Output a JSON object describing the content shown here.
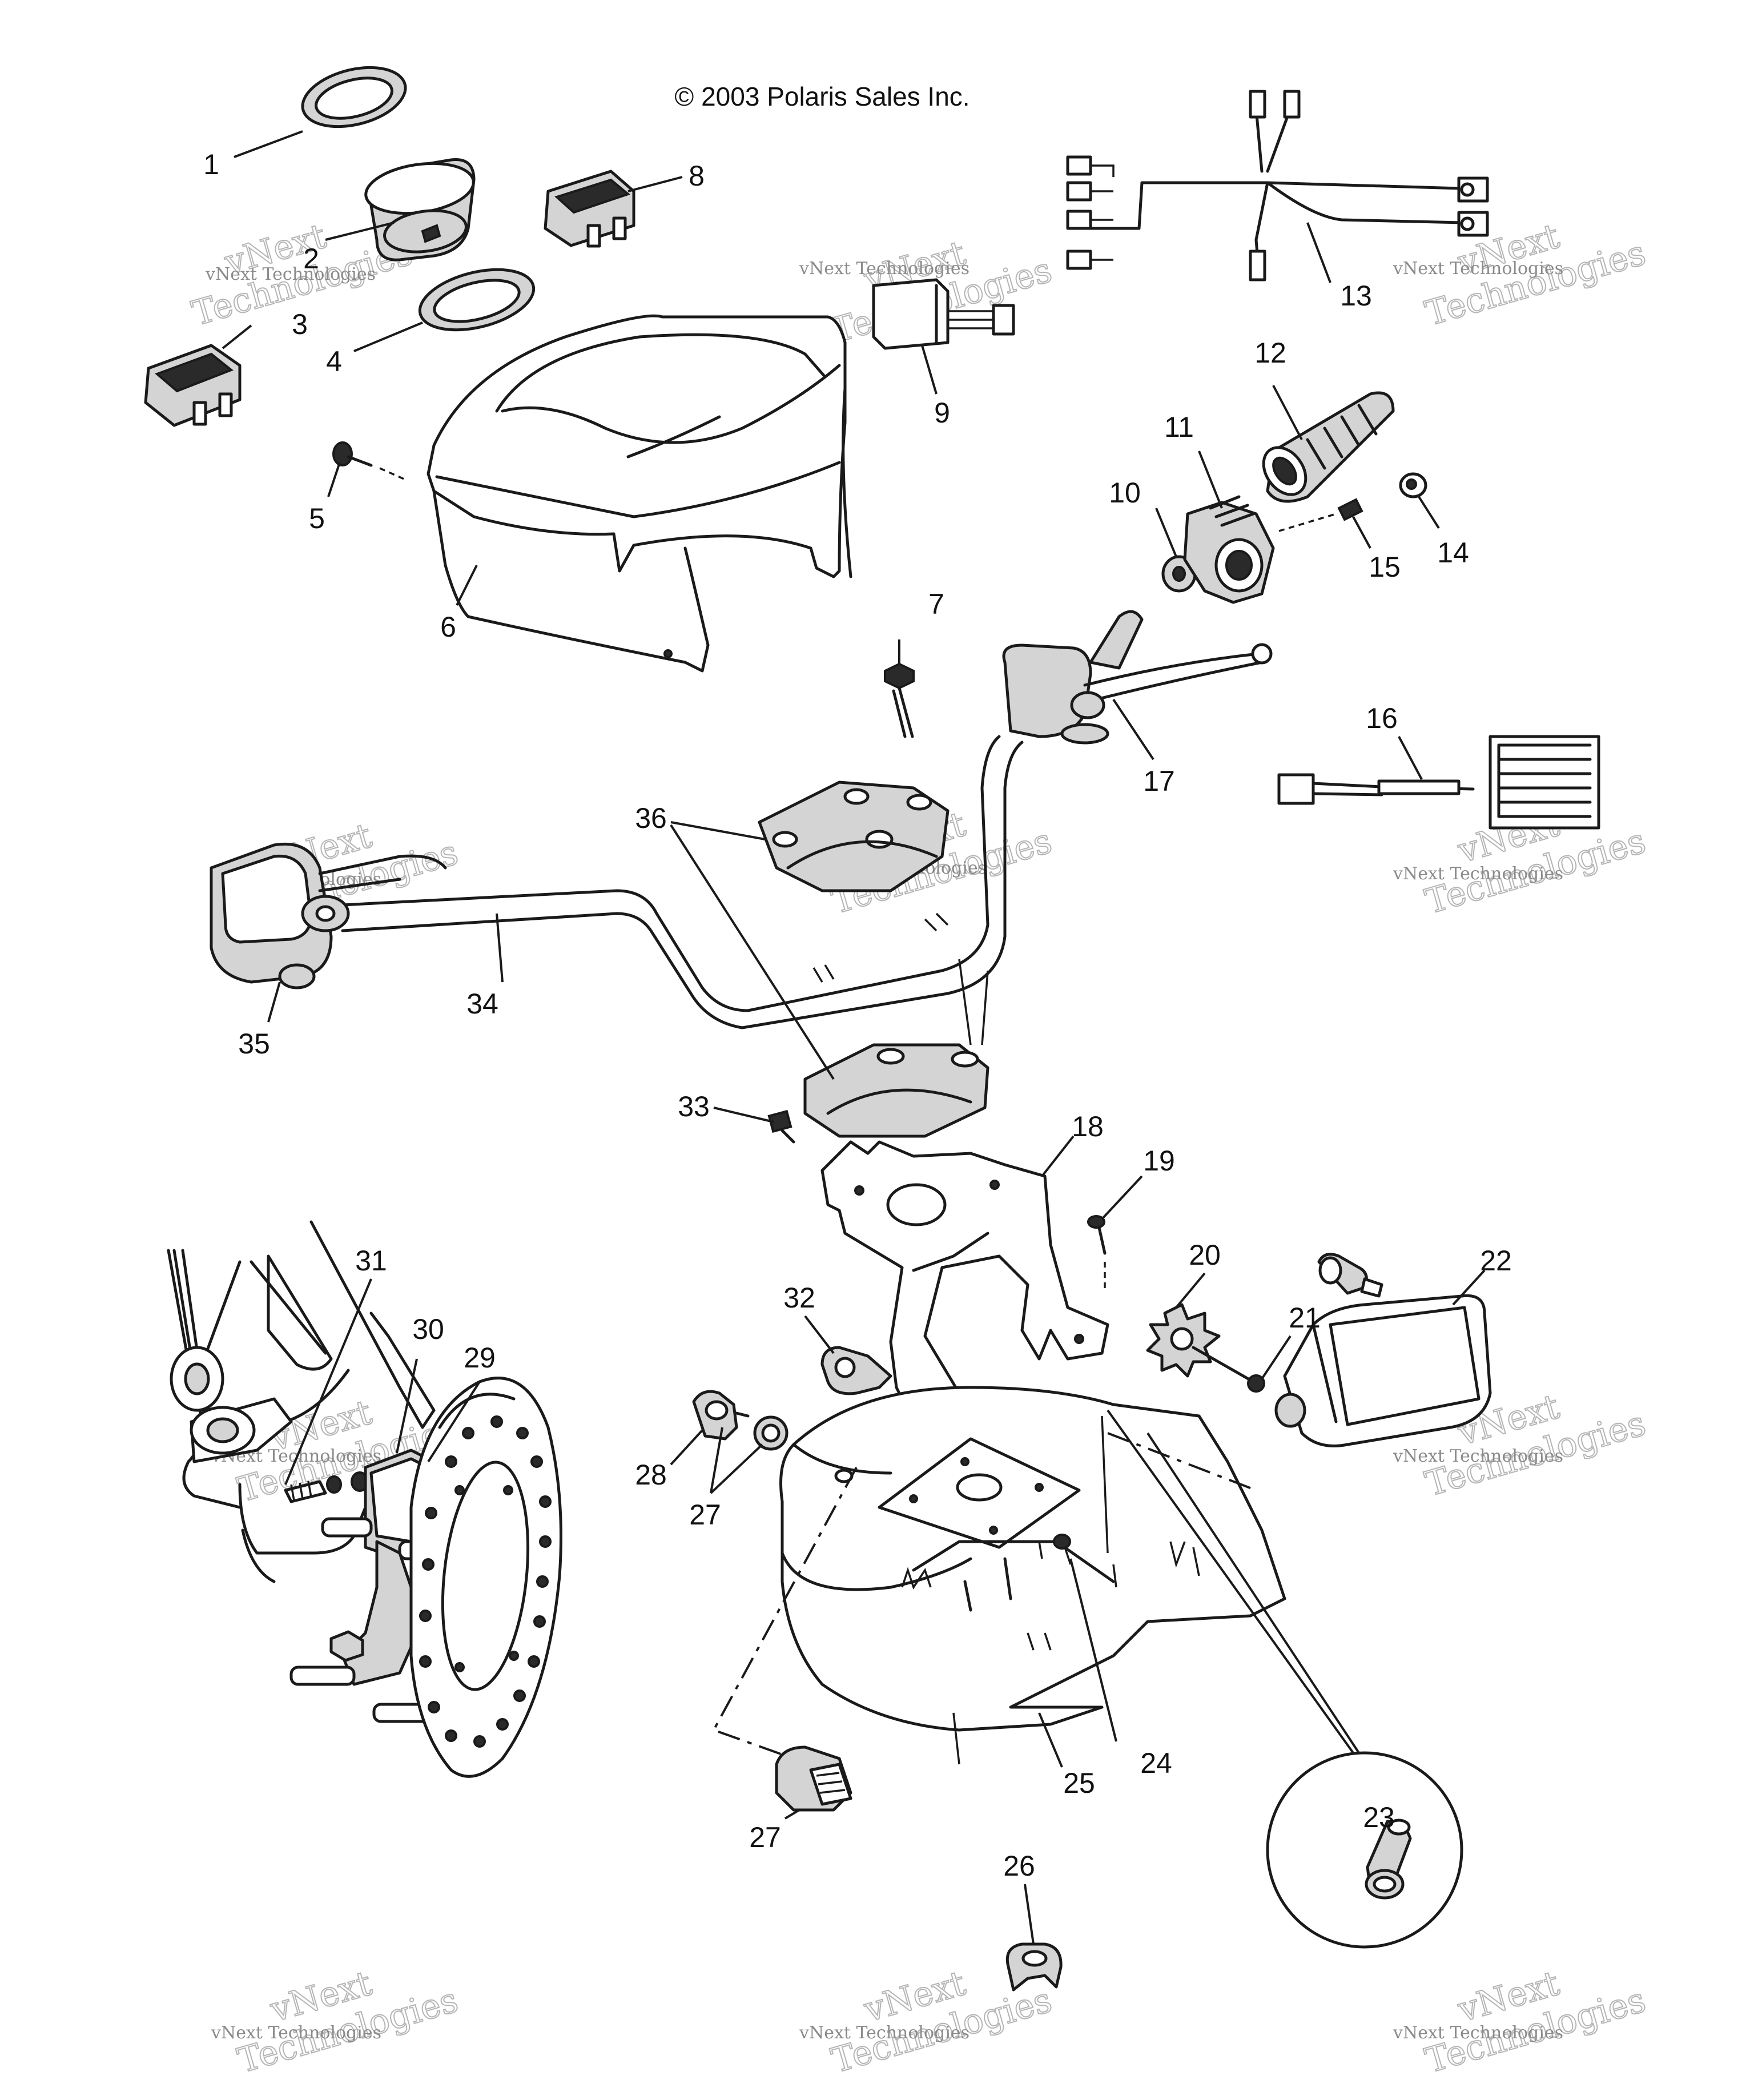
{
  "copyright": "© 2003 Polaris Sales Inc.",
  "watermark": {
    "company": "vNext Technologies",
    "line_a": "vNext",
    "line_b": "Technologies"
  },
  "callouts": [
    "1",
    "2",
    "3",
    "4",
    "5",
    "6",
    "7",
    "8",
    "9",
    "10",
    "11",
    "12",
    "13",
    "14",
    "15",
    "16",
    "17",
    "18",
    "19",
    "20",
    "21",
    "22",
    "23",
    "24",
    "25",
    "26",
    "27",
    "28",
    "29",
    "30",
    "31",
    "32",
    "33",
    "34",
    "35",
    "36"
  ],
  "extra_callouts": {
    "27b": "27"
  }
}
